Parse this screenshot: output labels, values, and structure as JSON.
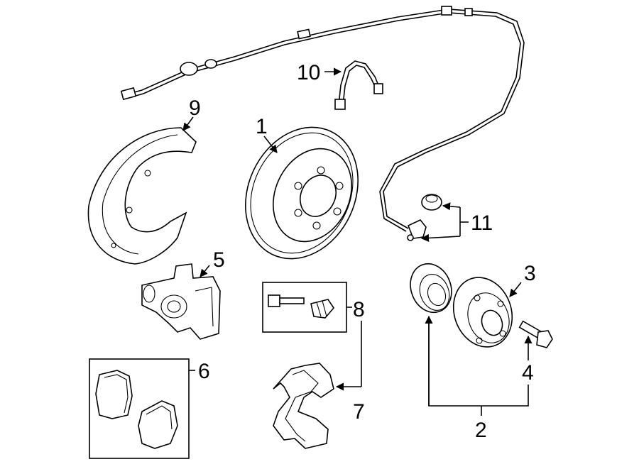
{
  "diagram": {
    "callouts": {
      "rotor": "1",
      "hub_group": "2",
      "hub": "3",
      "bolt": "4",
      "caliper": "5",
      "pads": "6",
      "bracket": "7",
      "pin_kit": "8",
      "shield": "9",
      "hose": "10",
      "sensor_parts": "11"
    }
  }
}
